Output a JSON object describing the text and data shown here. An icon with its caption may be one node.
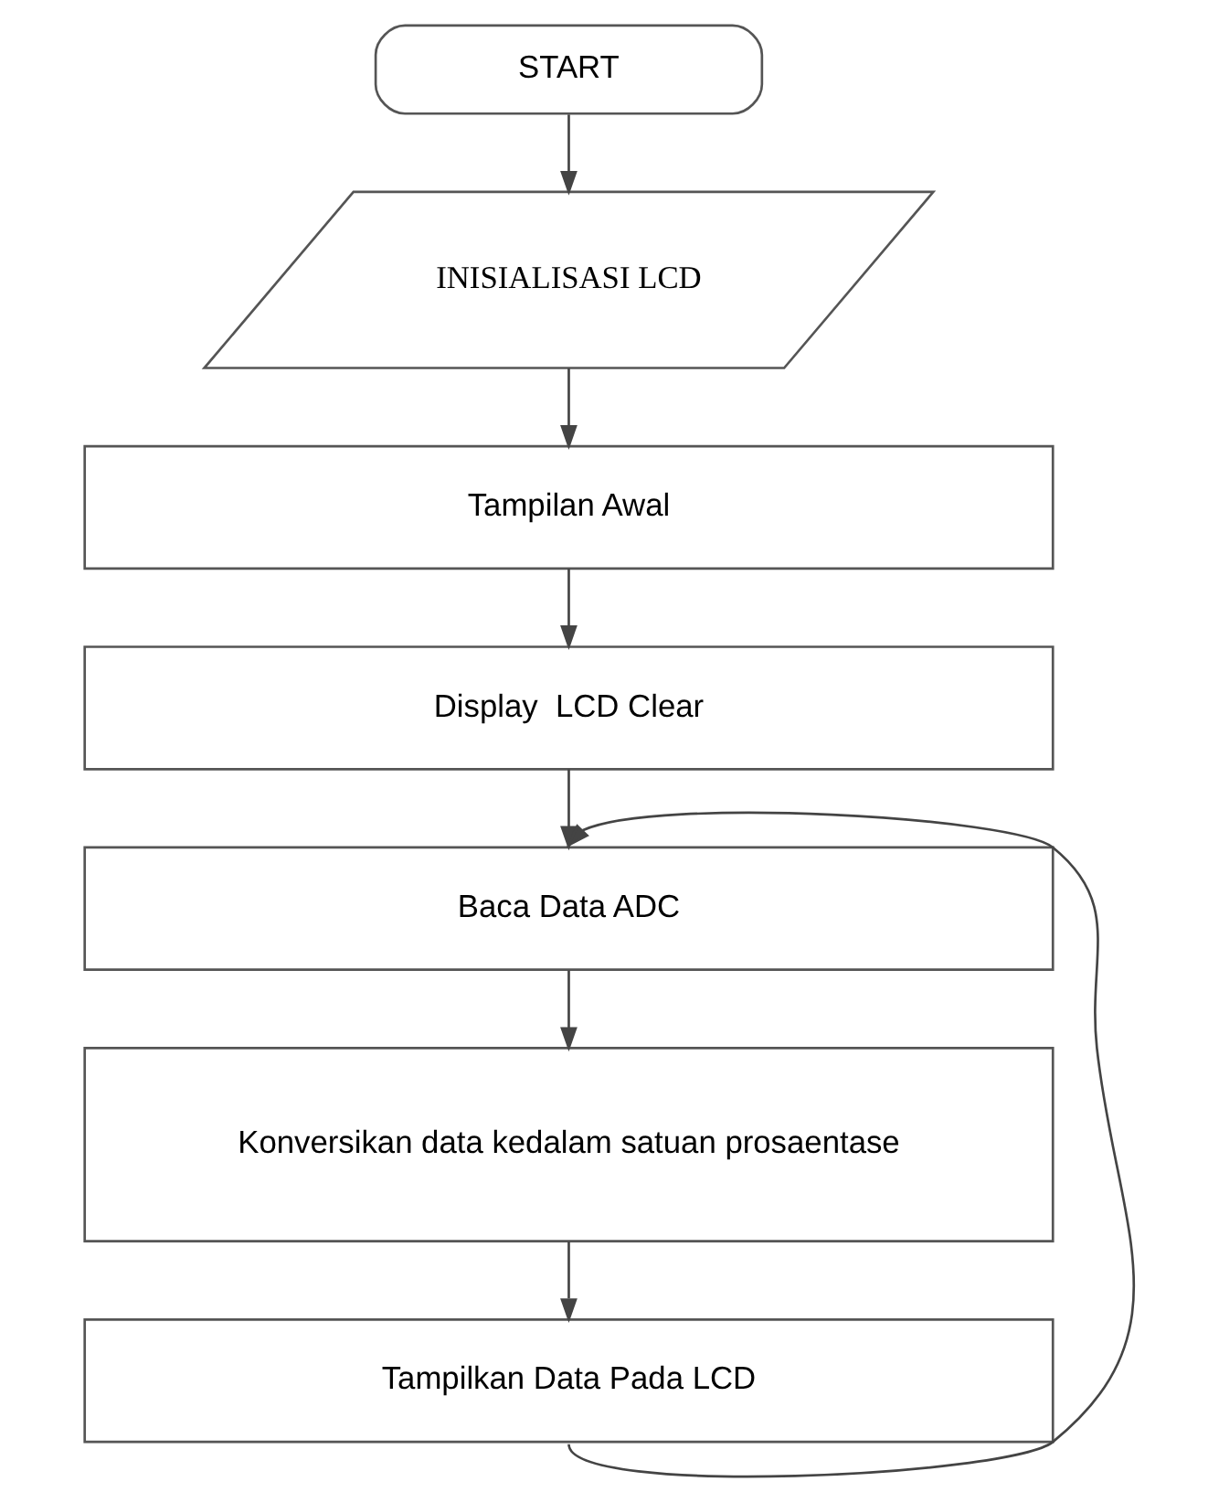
{
  "diagram": {
    "nodes": [
      {
        "text": [
          "START"
        ]
      },
      {
        "text": [
          "INISIALISASI LCD"
        ]
      },
      {
        "text": [
          "Tampilan Awal"
        ]
      },
      {
        "text": [
          "Display  LCD Clear"
        ]
      },
      {
        "text": [
          "Baca Data ADC"
        ]
      },
      {
        "text": [
          "Konversikan data kedalam satuan prosaentase"
        ]
      },
      {
        "text": [
          "Tampilkan Data Pada LCD"
        ]
      }
    ],
    "edges": [
      {
        "from": 0,
        "to": 1,
        "arrow": "to"
      },
      {
        "from": 1,
        "to": 2,
        "arrow": "to"
      },
      {
        "from": 2,
        "to": 3,
        "arrow": "to"
      },
      {
        "from": 3,
        "to": 4,
        "arrow": "to"
      },
      {
        "from": 4,
        "to": 5,
        "arrow": "to"
      },
      {
        "from": 5,
        "to": 6,
        "arrow": "to"
      },
      {
        "from": 6,
        "to": 4,
        "arrow": "to"
      }
    ]
  }
}
